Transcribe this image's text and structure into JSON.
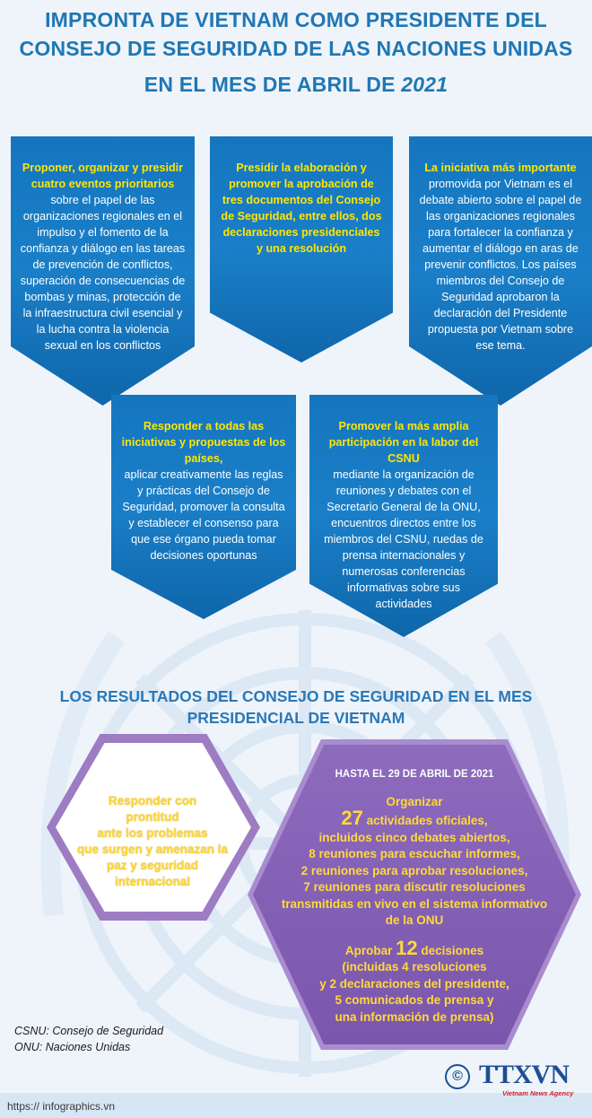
{
  "title": {
    "line1": "IMPRONTA DE VIETNAM COMO PRESIDENTE DEL",
    "line2": "CONSEJO DE SEGURIDAD DE LAS NACIONES UNIDAS",
    "line3": "EN EL MES DE ABRIL DE ",
    "year": "2021"
  },
  "cards": [
    {
      "highlight": "Proponer, organizar y presidir cuatro eventos prioritarios",
      "body": " sobre el papel de las organizaciones regionales en el impulso y el fomento de la confianza y diálogo en las tareas de prevención de conflictos, superación de consecuencias de bombas y minas, protección de la infraestructura civil esencial y la lucha contra la violencia sexual en los conflictos"
    },
    {
      "highlight": "Presidir la elaboración y promover la aprobación de tres documentos del Consejo de Seguridad, entre ellos, dos declaraciones presidenciales y una resolución",
      "body": ""
    },
    {
      "highlight": "La iniciativa más importante",
      "body": "promovida por Vietnam es el debate abierto sobre el papel de las organizaciones regionales para fortalecer la confianza y aumentar el diálogo en aras de prevenir conflictos. Los países miembros del Consejo de Seguridad aprobaron la declaración del Presidente propuesta por Vietnam sobre ese tema."
    },
    {
      "highlight": "Responder a todas las iniciativas y propuestas de los países,",
      "body": "aplicar creativamente las reglas y prácticas del Consejo de Seguridad, promover la consulta y establecer el consenso para que ese órgano pueda tomar decisiones oportunas"
    },
    {
      "highlight": "Promover la más amplia participación en la labor del CSNU",
      "body": " mediante la organización de reuniones y debates con el Secretario General de la ONU, encuentros directos entre los miembros del CSNU, ruedas de prensa internacionales y numerosas conferencias informativas sobre sus actividades"
    }
  ],
  "results": {
    "title_line1": "LOS RESULTADOS DEL CONSEJO DE SEGURIDAD EN EL MES",
    "title_line2": "PRESIDENCIAL DE VIETNAM",
    "small_hex": [
      "Responder con",
      "prontitud",
      "ante los problemas",
      "que surgen y amenazan la",
      "paz y seguridad",
      "internacional"
    ],
    "big_hex": {
      "date": "HASTA EL 29 DE ABRIL DE 2021",
      "organize_label": "Organizar",
      "activities_number": "27",
      "activities_text": " actividades oficiales,",
      "activities_lines": [
        "incluidos cinco debates abiertos,",
        "8 reuniones para escuchar informes,",
        "2 reuniones para aprobar resoluciones,",
        "7 reuniones para discutir resoluciones",
        "transmitidas en vivo en el sistema informativo",
        "de la ONU"
      ],
      "approve_label": "Aprobar ",
      "decisions_number": "12",
      "decisions_text": " decisiones",
      "decisions_lines": [
        "(incluidas 4 resoluciones",
        "y 2 declaraciones del presidente,",
        "5 comunicados de prensa y",
        "una información de prensa)"
      ]
    }
  },
  "notes": [
    "CSNU: Consejo de Seguridad",
    "ONU: Naciones Unidas"
  ],
  "footer": {
    "url": "https:// infographics.vn",
    "copyright": "©",
    "logo": "TTXVN",
    "logo_sub": "Vietnam News Agency"
  },
  "colors": {
    "title": "#1f77b4",
    "card": "#1576bf",
    "highlight": "#ffe600",
    "hexagon": "#7a56ad"
  }
}
